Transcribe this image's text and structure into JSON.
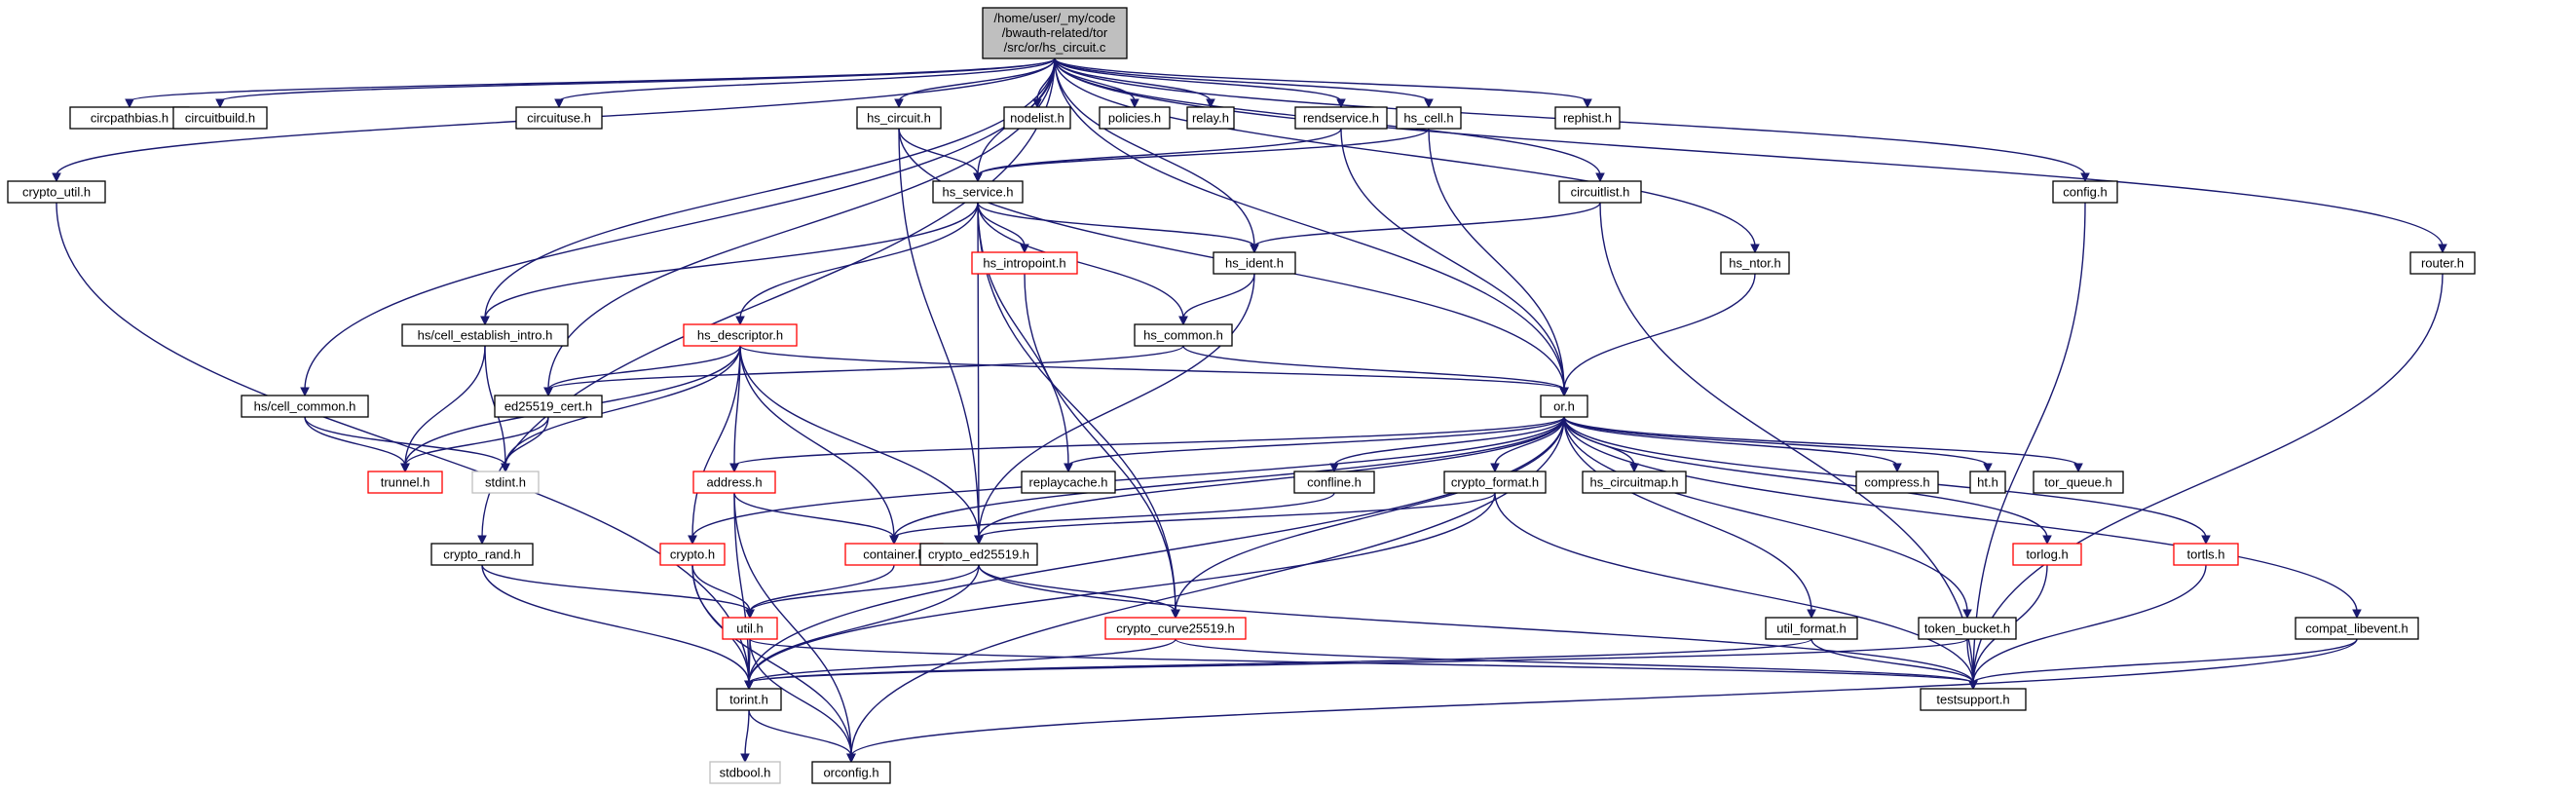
{
  "graph": {
    "root": {
      "id": "root",
      "lines": [
        "/home/user/_my/code",
        "/bwauth-related/tor",
        "/src/or/hs_circuit.c"
      ]
    },
    "nodes": [
      {
        "id": "circpathbias",
        "label": "circpathbias.h",
        "style": "black"
      },
      {
        "id": "circuitbuild",
        "label": "circuitbuild.h",
        "style": "black"
      },
      {
        "id": "circuituse",
        "label": "circuituse.h",
        "style": "black"
      },
      {
        "id": "hs_circuit",
        "label": "hs_circuit.h",
        "style": "black"
      },
      {
        "id": "nodelist",
        "label": "nodelist.h",
        "style": "black"
      },
      {
        "id": "policies",
        "label": "policies.h",
        "style": "black"
      },
      {
        "id": "relay",
        "label": "relay.h",
        "style": "black"
      },
      {
        "id": "rendservice",
        "label": "rendservice.h",
        "style": "black"
      },
      {
        "id": "hs_cell",
        "label": "hs_cell.h",
        "style": "black"
      },
      {
        "id": "rephist",
        "label": "rephist.h",
        "style": "black"
      },
      {
        "id": "crypto_util",
        "label": "crypto_util.h",
        "style": "black"
      },
      {
        "id": "hs_service",
        "label": "hs_service.h",
        "style": "black"
      },
      {
        "id": "circuitlist",
        "label": "circuitlist.h",
        "style": "black"
      },
      {
        "id": "config",
        "label": "config.h",
        "style": "black"
      },
      {
        "id": "hs_intropoint",
        "label": "hs_intropoint.h",
        "style": "red"
      },
      {
        "id": "hs_ident",
        "label": "hs_ident.h",
        "style": "black"
      },
      {
        "id": "hs_ntor",
        "label": "hs_ntor.h",
        "style": "black"
      },
      {
        "id": "router",
        "label": "router.h",
        "style": "black"
      },
      {
        "id": "hs_cell_establish_intro",
        "label": "hs/cell_establish_intro.h",
        "style": "black"
      },
      {
        "id": "hs_descriptor",
        "label": "hs_descriptor.h",
        "style": "red"
      },
      {
        "id": "hs_common",
        "label": "hs_common.h",
        "style": "black"
      },
      {
        "id": "or",
        "label": "or.h",
        "style": "black"
      },
      {
        "id": "hs_cell_common",
        "label": "hs/cell_common.h",
        "style": "black"
      },
      {
        "id": "ed25519_cert",
        "label": "ed25519_cert.h",
        "style": "black"
      },
      {
        "id": "trunnel",
        "label": "trunnel.h",
        "style": "red"
      },
      {
        "id": "stdint",
        "label": "stdint.h",
        "style": "gray"
      },
      {
        "id": "address",
        "label": "address.h",
        "style": "red"
      },
      {
        "id": "replaycache",
        "label": "replaycache.h",
        "style": "black"
      },
      {
        "id": "confline",
        "label": "confline.h",
        "style": "black"
      },
      {
        "id": "crypto_format",
        "label": "crypto_format.h",
        "style": "black"
      },
      {
        "id": "hs_circuitmap",
        "label": "hs_circuitmap.h",
        "style": "black"
      },
      {
        "id": "compress",
        "label": "compress.h",
        "style": "black"
      },
      {
        "id": "ht",
        "label": "ht.h",
        "style": "black"
      },
      {
        "id": "tor_queue",
        "label": "tor_queue.h",
        "style": "black"
      },
      {
        "id": "crypto",
        "label": "crypto.h",
        "style": "red"
      },
      {
        "id": "container",
        "label": "container.h",
        "style": "red"
      },
      {
        "id": "crypto_ed25519",
        "label": "crypto_ed25519.h",
        "style": "black"
      },
      {
        "id": "torlog",
        "label": "torlog.h",
        "style": "red"
      },
      {
        "id": "tortls",
        "label": "tortls.h",
        "style": "red"
      },
      {
        "id": "crypto_rand",
        "label": "crypto_rand.h",
        "style": "black"
      },
      {
        "id": "util",
        "label": "util.h",
        "style": "red"
      },
      {
        "id": "crypto_curve25519",
        "label": "crypto_curve25519.h",
        "style": "red"
      },
      {
        "id": "util_format",
        "label": "util_format.h",
        "style": "black"
      },
      {
        "id": "token_bucket",
        "label": "token_bucket.h",
        "style": "black"
      },
      {
        "id": "compat_libevent",
        "label": "compat_libevent.h",
        "style": "black"
      },
      {
        "id": "torint",
        "label": "torint.h",
        "style": "black"
      },
      {
        "id": "testsupport",
        "label": "testsupport.h",
        "style": "black"
      },
      {
        "id": "stdbool",
        "label": "stdbool.h",
        "style": "gray"
      },
      {
        "id": "orconfig",
        "label": "orconfig.h",
        "style": "black"
      }
    ],
    "edges": [
      [
        "root",
        "circpathbias"
      ],
      [
        "root",
        "circuitbuild"
      ],
      [
        "root",
        "circuituse"
      ],
      [
        "root",
        "hs_circuit"
      ],
      [
        "root",
        "nodelist"
      ],
      [
        "root",
        "policies"
      ],
      [
        "root",
        "relay"
      ],
      [
        "root",
        "rendservice"
      ],
      [
        "root",
        "hs_cell"
      ],
      [
        "root",
        "rephist"
      ],
      [
        "root",
        "crypto_util"
      ],
      [
        "root",
        "hs_service"
      ],
      [
        "root",
        "circuitlist"
      ],
      [
        "root",
        "config"
      ],
      [
        "root",
        "hs_ident"
      ],
      [
        "root",
        "hs_ntor"
      ],
      [
        "root",
        "router"
      ],
      [
        "root",
        "hs_cell_establish_intro"
      ],
      [
        "root",
        "or"
      ],
      [
        "root",
        "hs_cell_common"
      ],
      [
        "root",
        "ed25519_cert"
      ],
      [
        "root",
        "crypto_rand"
      ],
      [
        "hs_circuit",
        "hs_service"
      ],
      [
        "hs_circuit",
        "crypto_ed25519"
      ],
      [
        "hs_circuit",
        "or"
      ],
      [
        "rendservice",
        "hs_service"
      ],
      [
        "rendservice",
        "or"
      ],
      [
        "hs_cell",
        "hs_service"
      ],
      [
        "hs_cell",
        "or"
      ],
      [
        "crypto_util",
        "torint"
      ],
      [
        "hs_service",
        "hs_intropoint"
      ],
      [
        "hs_service",
        "hs_ident"
      ],
      [
        "hs_service",
        "hs_cell_establish_intro"
      ],
      [
        "hs_service",
        "hs_descriptor"
      ],
      [
        "hs_service",
        "hs_common"
      ],
      [
        "hs_service",
        "replaycache"
      ],
      [
        "hs_service",
        "crypto_ed25519"
      ],
      [
        "hs_service",
        "crypto_curve25519"
      ],
      [
        "circuitlist",
        "hs_ident"
      ],
      [
        "circuitlist",
        "testsupport"
      ],
      [
        "config",
        "testsupport"
      ],
      [
        "hs_intropoint",
        "crypto_curve25519"
      ],
      [
        "hs_ident",
        "hs_common"
      ],
      [
        "hs_ident",
        "crypto_ed25519"
      ],
      [
        "hs_ntor",
        "or"
      ],
      [
        "router",
        "testsupport"
      ],
      [
        "hs_cell_establish_intro",
        "trunnel"
      ],
      [
        "hs_cell_establish_intro",
        "stdint"
      ],
      [
        "hs_descriptor",
        "ed25519_cert"
      ],
      [
        "hs_descriptor",
        "trunnel"
      ],
      [
        "hs_descriptor",
        "stdint"
      ],
      [
        "hs_descriptor",
        "address"
      ],
      [
        "hs_descriptor",
        "container"
      ],
      [
        "hs_descriptor",
        "crypto_ed25519"
      ],
      [
        "hs_descriptor",
        "or"
      ],
      [
        "hs_descriptor",
        "crypto"
      ],
      [
        "hs_common",
        "ed25519_cert"
      ],
      [
        "hs_common",
        "or"
      ],
      [
        "or",
        "address"
      ],
      [
        "or",
        "replaycache"
      ],
      [
        "or",
        "confline"
      ],
      [
        "or",
        "crypto_format"
      ],
      [
        "or",
        "hs_circuitmap"
      ],
      [
        "or",
        "compress"
      ],
      [
        "or",
        "ht"
      ],
      [
        "or",
        "tor_queue"
      ],
      [
        "or",
        "crypto"
      ],
      [
        "or",
        "container"
      ],
      [
        "or",
        "crypto_ed25519"
      ],
      [
        "or",
        "torlog"
      ],
      [
        "or",
        "tortls"
      ],
      [
        "or",
        "crypto_curve25519"
      ],
      [
        "or",
        "util_format"
      ],
      [
        "or",
        "token_bucket"
      ],
      [
        "or",
        "compat_libevent"
      ],
      [
        "or",
        "torint"
      ],
      [
        "or",
        "orconfig"
      ],
      [
        "hs_cell_common",
        "trunnel"
      ],
      [
        "hs_cell_common",
        "stdint"
      ],
      [
        "ed25519_cert",
        "trunnel"
      ],
      [
        "ed25519_cert",
        "stdint"
      ],
      [
        "address",
        "container"
      ],
      [
        "address",
        "torint"
      ],
      [
        "address",
        "orconfig"
      ],
      [
        "confline",
        "container"
      ],
      [
        "crypto_format",
        "crypto_ed25519"
      ],
      [
        "crypto_format",
        "torint"
      ],
      [
        "crypto_format",
        "testsupport"
      ],
      [
        "crypto",
        "util"
      ],
      [
        "crypto",
        "torint"
      ],
      [
        "crypto",
        "orconfig"
      ],
      [
        "container",
        "util"
      ],
      [
        "crypto_ed25519",
        "util"
      ],
      [
        "crypto_ed25519",
        "crypto_curve25519"
      ],
      [
        "crypto_ed25519",
        "torint"
      ],
      [
        "crypto_ed25519",
        "testsupport"
      ],
      [
        "torlog",
        "testsupport"
      ],
      [
        "tortls",
        "testsupport"
      ],
      [
        "crypto_rand",
        "util"
      ],
      [
        "crypto_rand",
        "torint"
      ],
      [
        "util",
        "torint"
      ],
      [
        "util",
        "testsupport"
      ],
      [
        "util",
        "orconfig"
      ],
      [
        "crypto_curve25519",
        "torint"
      ],
      [
        "crypto_curve25519",
        "testsupport"
      ],
      [
        "util_format",
        "torint"
      ],
      [
        "util_format",
        "testsupport"
      ],
      [
        "token_bucket",
        "torint"
      ],
      [
        "token_bucket",
        "testsupport"
      ],
      [
        "compat_libevent",
        "testsupport"
      ],
      [
        "compat_libevent",
        "orconfig"
      ],
      [
        "torint",
        "stdbool"
      ],
      [
        "torint",
        "orconfig"
      ]
    ]
  }
}
